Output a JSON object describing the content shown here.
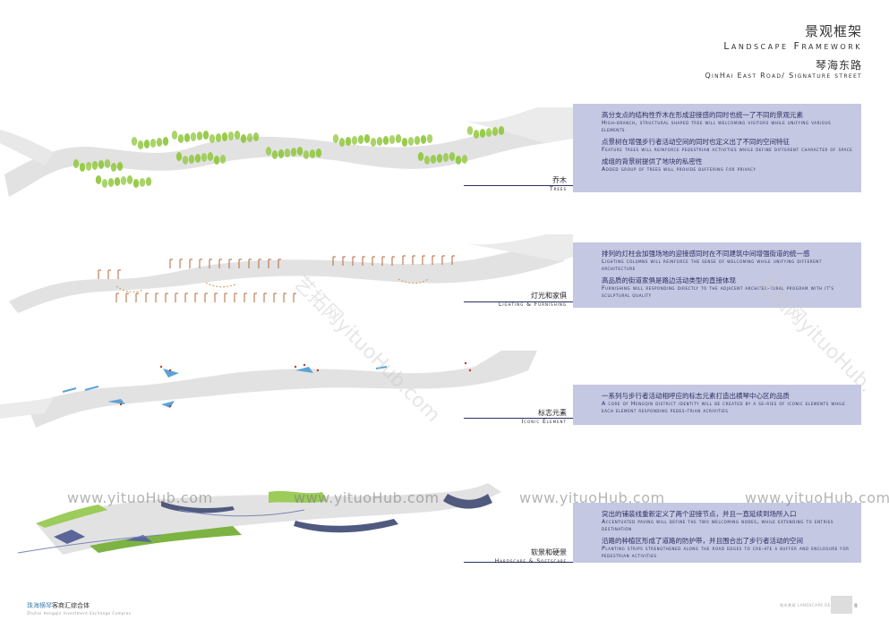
{
  "header": {
    "title_cn": "景观框架",
    "title_en": "Landscape Framework",
    "subtitle_cn": "琴海东路",
    "subtitle_en": "QinHai East Road/ Signature street"
  },
  "sections": [
    {
      "label_cn": "乔木",
      "label_en": "Trees",
      "items": [
        {
          "cn": "高分支点的结构性乔木在形成迎接感的同时也统一了不同的景观元素",
          "en": "High-branch, structural shaped tree will welcoming visitors while unifying various elements"
        },
        {
          "cn": "点景树在增强步行者活动空间的同时也定义出了不同的空间特征",
          "en": "Feature trees will reinforce pedestrian activities while define different character of space"
        },
        {
          "cn": "成组的背景树提供了地块的私密性",
          "en": "Added group of trees will provide buffering for privacy"
        }
      ]
    },
    {
      "label_cn": "灯光和家俱",
      "label_en": "Lighting & Furnishing",
      "items": [
        {
          "cn": "排列的灯柱会加强场地的迎接感同时在不同建筑中间增强街道的统一感",
          "en": "Lighting columns will reinforce the sense of welcoming while unifying different architecture"
        },
        {
          "cn": "高品质的街道家俱是路边活动类型的直接体现",
          "en": "Furnishing will responding directly to the adjacent architec-tural program with it's sculptural quality"
        }
      ]
    },
    {
      "label_cn": "标志元素",
      "label_en": "Iconic Element",
      "items": [
        {
          "cn": "一系列与步行者活动相呼应的标志元素打造出横琴中心区的品质",
          "en": "A core of Hengqin district identity will be created by a se-ries of iconic elements while each element responding pedes-trian acrivities"
        }
      ]
    },
    {
      "label_cn": "软景和硬景",
      "label_en": "Hardscape & Softscape",
      "items": [
        {
          "cn": "突出的铺装线重新定义了两个迎接节点，并且一直延续到场所入口",
          "en": "Accentuated paving will define the two welcoming nodes, while extending to entries destination"
        },
        {
          "cn": "沿路的种植区形成了道路的防护带，并且围合出了步行者活动的空间",
          "en": "Planting strips strengthened along the road edges to cre-ate a buffer and enclosure for pedestrian activities"
        }
      ]
    }
  ],
  "watermark": {
    "text": "www.yituoHub.com",
    "diag_a": "艺拓网yituoHub.com",
    "diag_b": "艺拓网yituoHub."
  },
  "footer": {
    "project_blue": "珠海横琴",
    "project_black": "客商汇综合体",
    "project_en": "Zhuhai Hengqin Investment Exchange Complex",
    "firm": "城市景观 LANDSCAPE DESIGN",
    "page": "8"
  },
  "colors": {
    "box_bg": "#c4c8e2",
    "box_text": "#2b2f62",
    "road": "#e2e2e2",
    "tree": "#8fc63a",
    "lamp": "#b5653a",
    "icon": "#5ba3d6"
  }
}
